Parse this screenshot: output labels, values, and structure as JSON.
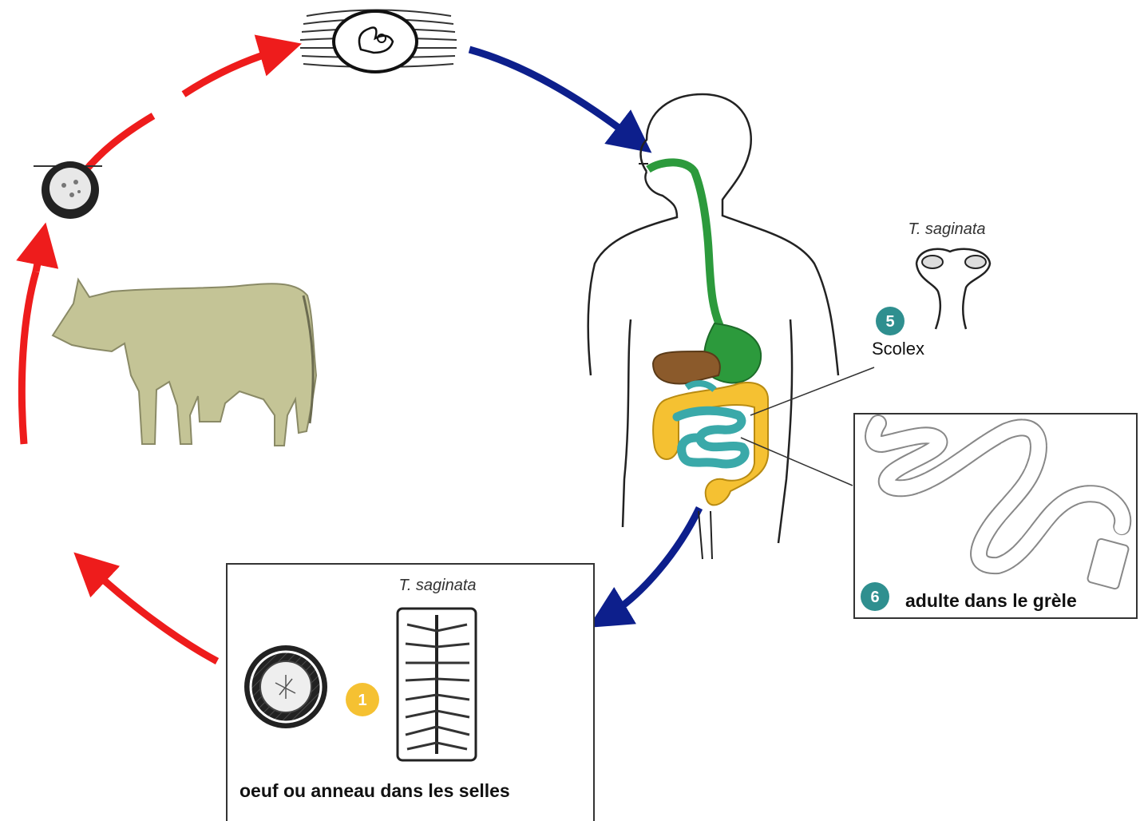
{
  "labels": {
    "scolex_species": "T. saginata",
    "scolex_step": "5",
    "scolex_caption": "Scolex",
    "adult_step": "6",
    "adult_caption": "adulte dans le grèle",
    "stool_species": "T. saginata",
    "stool_step": "1",
    "stool_caption": "oeuf ou anneau dans les selles"
  },
  "colors": {
    "cycle_arrow_animal": "#ee1c1c",
    "cycle_arrow_human": "#0d1f8c",
    "cow": "#c4c496",
    "esophagus_stomach": "#2c9a3c",
    "liver": "#8b5a2b",
    "large_intestine": "#f5c132",
    "small_intestine": "#3aa9a9",
    "badge_teal": "#2f8f8f",
    "badge_yellow": "#f5c132"
  },
  "icons": [
    "cysticercus-in-muscle-icon",
    "egg-icon",
    "cow-icon",
    "human-body-icon",
    "scolex-icon",
    "adult-tapeworm-icon",
    "egg-detail-icon",
    "gravid-proglottid-icon"
  ]
}
